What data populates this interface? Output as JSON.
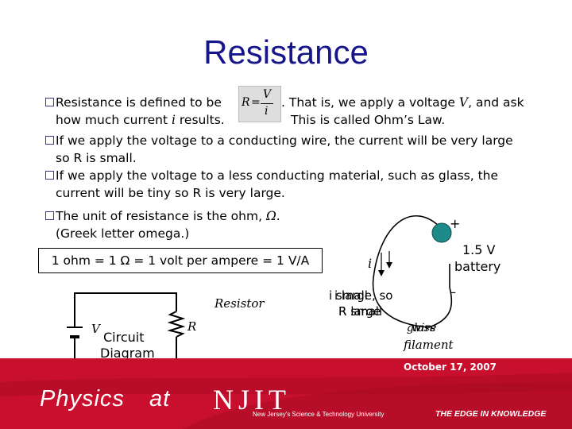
{
  "slide": {
    "title": "Resistance",
    "bullets": [
      {
        "line1_before": "Resistance is defined to be",
        "line1_after": ". That is, we apply a voltage",
        "line1_var": "V",
        "line1_end": ", and ask",
        "line2_before": "how much current",
        "line2_var": "i",
        "line2_after": "results.",
        "line2_right": "This is called Ohm’s Law."
      },
      {
        "line1": "If we apply the voltage to a conducting wire, the current will be very large",
        "line2": "so R is small."
      },
      {
        "line1": "If we apply the voltage to a less conducting material, such as glass, the",
        "line2": "current will be tiny so R is very large."
      },
      {
        "line1": "The unit of resistance is the ohm,",
        "line1_symbol": "Ω.",
        "line2": "(Greek letter omega.)"
      }
    ],
    "formula": {
      "lhs": "R",
      "num": "V",
      "den": "i"
    },
    "equation": "1 ohm = 1 Ω = 1 volt per ampere = 1 V/A"
  },
  "circuit_diagram": {
    "resistor_label": "Resistor",
    "r_label": "R",
    "v_label": "V",
    "title_line1": "Circuit",
    "title_line2": "Diagram"
  },
  "battery_diagram": {
    "plus": "+",
    "minus": "–",
    "battery_line1": "1.5 V",
    "battery_line2": "battery",
    "current_label": "i",
    "i_small": "i small",
    "r_large": "R large",
    "i_large": "i large, so",
    "r_small": "R small",
    "glass": "glass",
    "wire": "wire",
    "filament": "filament"
  },
  "footer": {
    "date": "October 17, 2007",
    "brand_physics": "Physics",
    "brand_at": "at",
    "brand_njit": "NJIT",
    "tagline": "New Jersey's Science & Technology University",
    "edge": "THE EDGE IN KNOWLEDGE"
  },
  "colors": {
    "title": "#16168a",
    "footer": "#c8102e",
    "battery": "#1f8a8a"
  }
}
